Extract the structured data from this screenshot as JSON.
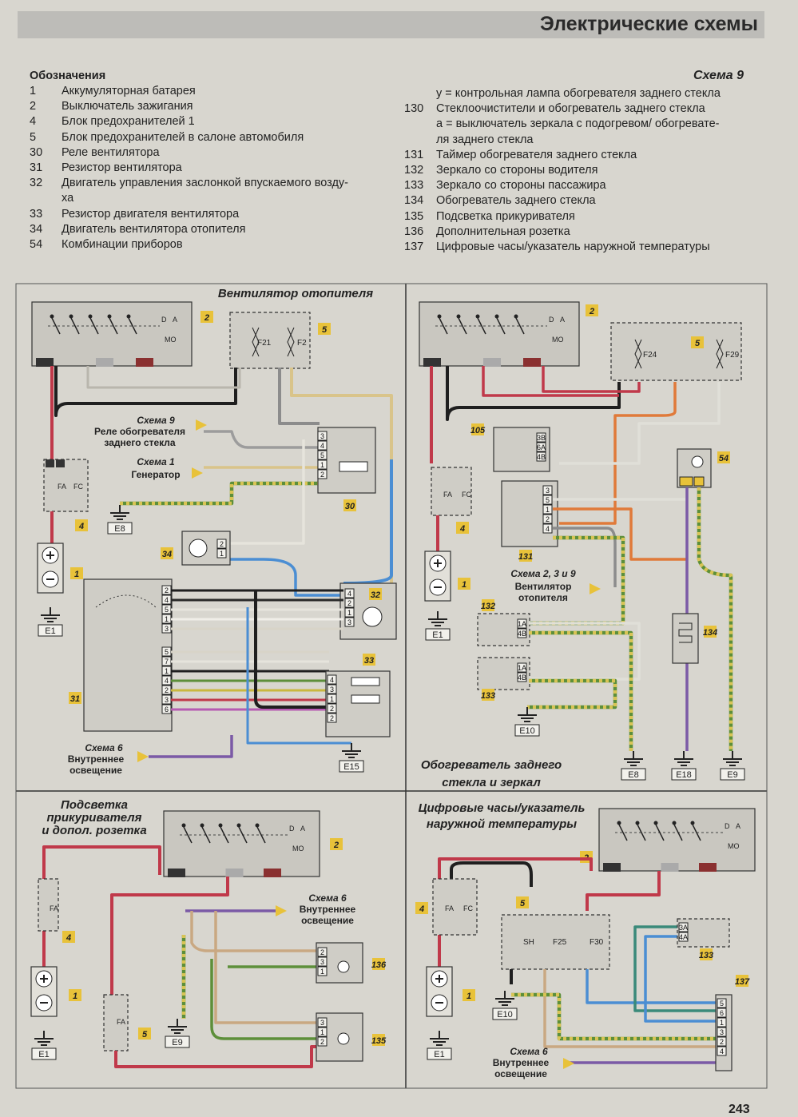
{
  "header": {
    "title": "Электрические схемы"
  },
  "legend": {
    "heading": "Обозначения",
    "scheme": "Схема 9",
    "left": [
      {
        "num": "1",
        "text": "Аккумуляторная батарея"
      },
      {
        "num": "2",
        "text": "Выключатель зажигания"
      },
      {
        "num": "4",
        "text": "Блок предохранителей 1"
      },
      {
        "num": "5",
        "text": "Блок предохранителей в салоне автомобиля"
      },
      {
        "num": "30",
        "text": "Реле вентилятора"
      },
      {
        "num": "31",
        "text": "Резистор вентилятора"
      },
      {
        "num": "32",
        "text": "Двигатель управления заслонкой впускаемого возду-"
      },
      {
        "num": "",
        "text": "ха"
      },
      {
        "num": "33",
        "text": "Резистор двигателя вентилятора"
      },
      {
        "num": "34",
        "text": "Двигатель вентилятора отопителя"
      },
      {
        "num": "54",
        "text": "Комбинации приборов"
      }
    ],
    "right": [
      {
        "num": "",
        "text": "у = контрольная лампа обогревателя заднего стекла"
      },
      {
        "num": "130",
        "text": "Стеклоочистители и обогреватель заднего стекла"
      },
      {
        "num": "",
        "text": "а = выключатель зеркала с подогревом/ обогревате-"
      },
      {
        "num": "",
        "text": "ля заднего стекла"
      },
      {
        "num": "131",
        "text": "Таймер обогревателя заднего стекла"
      },
      {
        "num": "132",
        "text": "Зеркало со стороны водителя"
      },
      {
        "num": "133",
        "text": "Зеркало со стороны пассажира"
      },
      {
        "num": "134",
        "text": "Обогреватель заднего стекла"
      },
      {
        "num": "135",
        "text": "Подсветка прикуривателя"
      },
      {
        "num": "136",
        "text": "Дополнительная розетка"
      },
      {
        "num": "137",
        "text": "Цифровые часы/указатель наружной температуры"
      }
    ]
  },
  "panels": {
    "heater_fan": {
      "title": "Вентилятор отопителя",
      "ref_f_1": "Схема 9",
      "ref_f_2": "Реле обогревателя",
      "ref_f_3": "заднего стекла",
      "ref_a_1": "Схема 1",
      "ref_a_2": "Генератор",
      "ref_g_1": "Схема 6",
      "ref_g_2": "Внутреннее",
      "ref_g_3": "освещение",
      "grounds": [
        "E8",
        "E1",
        "E15"
      ],
      "components": [
        "2",
        "5",
        "4",
        "1",
        "30",
        "34",
        "32",
        "31",
        "33"
      ]
    },
    "rear_heater": {
      "title_1": "Обогреватель заднего",
      "title_2": "стекла и зеркал",
      "ref_f_1": "Схема 2, 3 и 9",
      "ref_f_2": "Вентилятор",
      "ref_f_3": "отопителя",
      "grounds": [
        "E1",
        "E10",
        "E8",
        "E18",
        "E9"
      ],
      "components": [
        "2",
        "5",
        "105",
        "4",
        "1",
        "131",
        "54",
        "132",
        "133",
        "134"
      ]
    },
    "cigar_light": {
      "title_1": "Подсветка",
      "title_2": "прикуривателя",
      "title_3": "и допол. розетка",
      "ref_g_1": "Схема 6",
      "ref_g_2": "Внутреннее",
      "ref_g_3": "освещение",
      "grounds": [
        "E1",
        "E9"
      ],
      "components": [
        "2",
        "4",
        "1",
        "5",
        "136",
        "135"
      ]
    },
    "clock": {
      "title_1": "Цифровые часы/указатель",
      "title_2": "наружной температуры",
      "ref_g_1": "Схема 6",
      "ref_g_2": "Внутреннее",
      "ref_g_3": "освещение",
      "grounds": [
        "E10",
        "E1"
      ],
      "components": [
        "2",
        "4",
        "5",
        "1",
        "133",
        "137"
      ]
    }
  },
  "fuses": {
    "f21": "F21",
    "f2": "F2",
    "f24": "F24",
    "f29": "F29",
    "f25": "F25",
    "f30": "F30",
    "fa": "FA",
    "fc": "FC",
    "sh": "SH"
  },
  "switch_labels": {
    "d": "D",
    "a": "A",
    "mo": "MO"
  },
  "page_number": "243"
}
